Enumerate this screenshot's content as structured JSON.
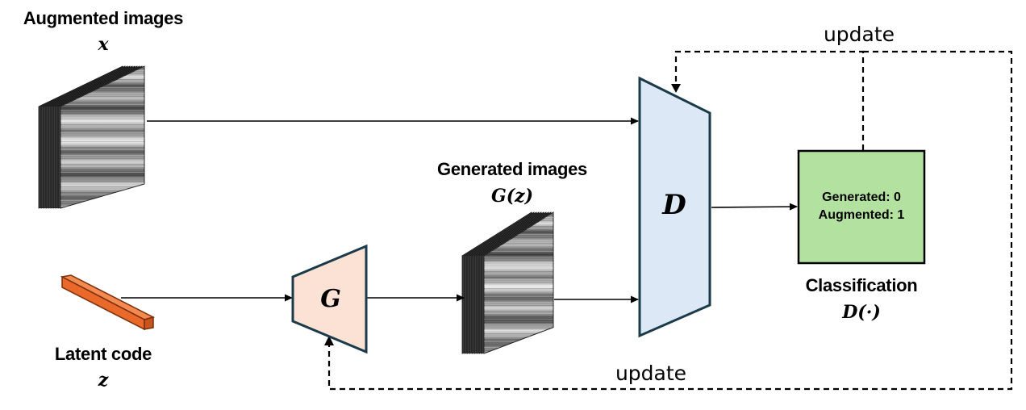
{
  "labels": {
    "augmented_title": "Augmented images",
    "augmented_symbol": "x",
    "generated_title": "Generated images",
    "generated_symbol": "G(z)",
    "latent_title": "Latent code",
    "latent_symbol": "z",
    "generator": "G",
    "discriminator": "D",
    "class_line1": "Generated: 0",
    "class_line2": "Augmented: 1",
    "classification_title": "Classification",
    "classification_symbol": "D(·)",
    "update_top": "update",
    "update_bottom": "update"
  },
  "colors": {
    "discriminator_fill": "#dce8f5",
    "discriminator_stroke": "#1b3a4a",
    "generator_fill": "#fbe2d5",
    "generator_stroke": "#1b3a4a",
    "classifier_fill": "#b3e2a0",
    "classifier_stroke": "#000000",
    "latent_fill": "#e8692a"
  }
}
